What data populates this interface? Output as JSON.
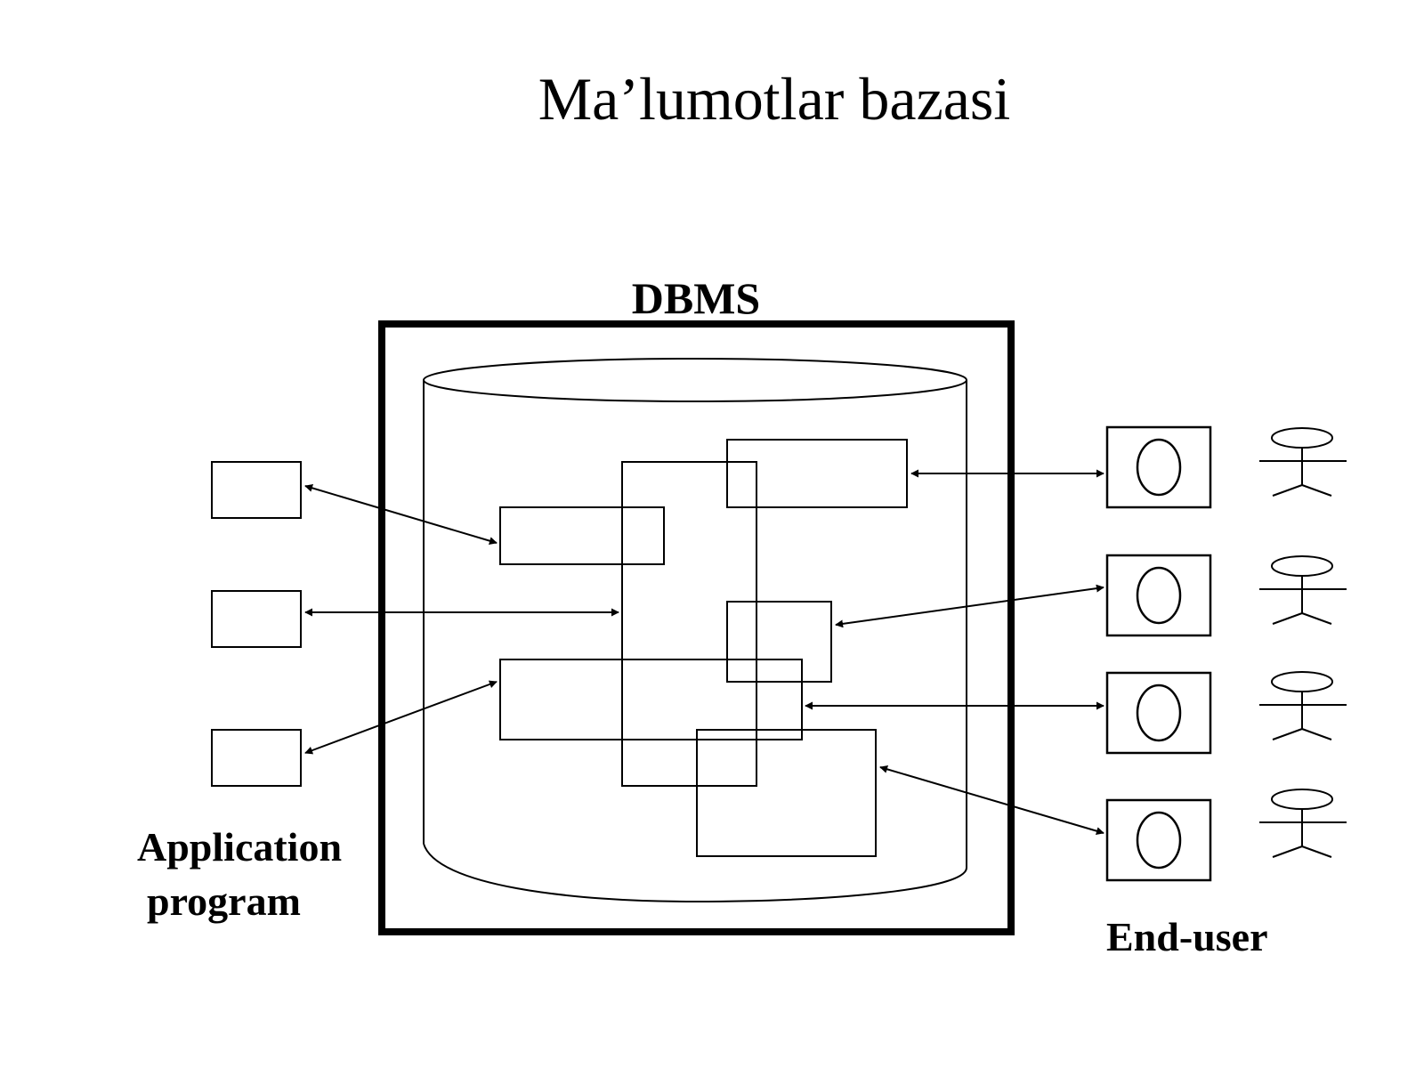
{
  "slide": {
    "title": "Ma’lumotlar bazasi"
  },
  "diagram": {
    "dbms_label": "DBMS",
    "app_label_line1": "Application",
    "app_label_line2": "program",
    "enduser_label": "End-user"
  },
  "colors": {
    "stroke": "#000000",
    "background": "#ffffff"
  }
}
